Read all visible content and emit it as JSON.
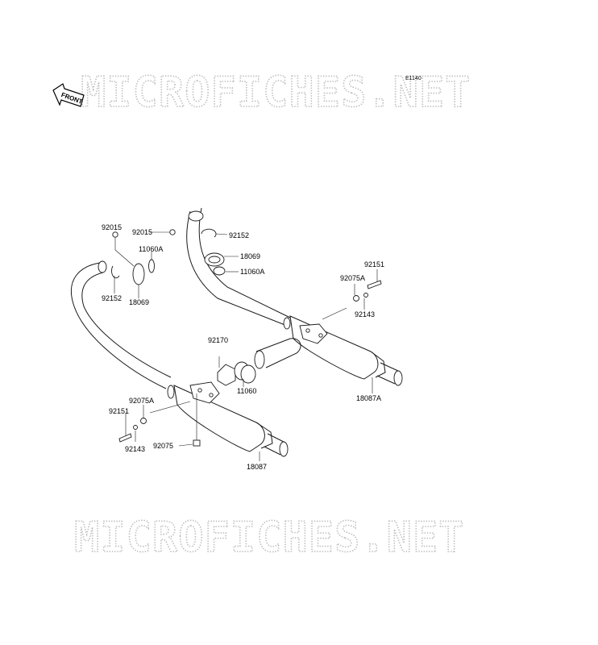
{
  "diagram_code": "E1140",
  "front_label": "FRONT",
  "watermark_text": "MICROFICHES.NET",
  "part_labels": [
    {
      "id": "p-92015-a",
      "text": "92015"
    },
    {
      "id": "p-92015-b",
      "text": "92015"
    },
    {
      "id": "p-92152-a",
      "text": "92152"
    },
    {
      "id": "p-11060A-a",
      "text": "11060A"
    },
    {
      "id": "p-18069-a",
      "text": "18069"
    },
    {
      "id": "p-11060A-b",
      "text": "11060A"
    },
    {
      "id": "p-92152-b",
      "text": "92152"
    },
    {
      "id": "p-18069-b",
      "text": "18069"
    },
    {
      "id": "p-92151-a",
      "text": "92151"
    },
    {
      "id": "p-92075A-a",
      "text": "92075A"
    },
    {
      "id": "p-92143-a",
      "text": "92143"
    },
    {
      "id": "p-92170",
      "text": "92170"
    },
    {
      "id": "p-11060",
      "text": "11060"
    },
    {
      "id": "p-18087A",
      "text": "18087A"
    },
    {
      "id": "p-92075A-b",
      "text": "92075A"
    },
    {
      "id": "p-92151-b",
      "text": "92151"
    },
    {
      "id": "p-92143-b",
      "text": "92143"
    },
    {
      "id": "p-92075",
      "text": "92075"
    },
    {
      "id": "p-18087",
      "text": "18087"
    }
  ],
  "colors": {
    "line": "#1a1a1a",
    "watermark": "#bdbdbd",
    "background": "#ffffff"
  }
}
